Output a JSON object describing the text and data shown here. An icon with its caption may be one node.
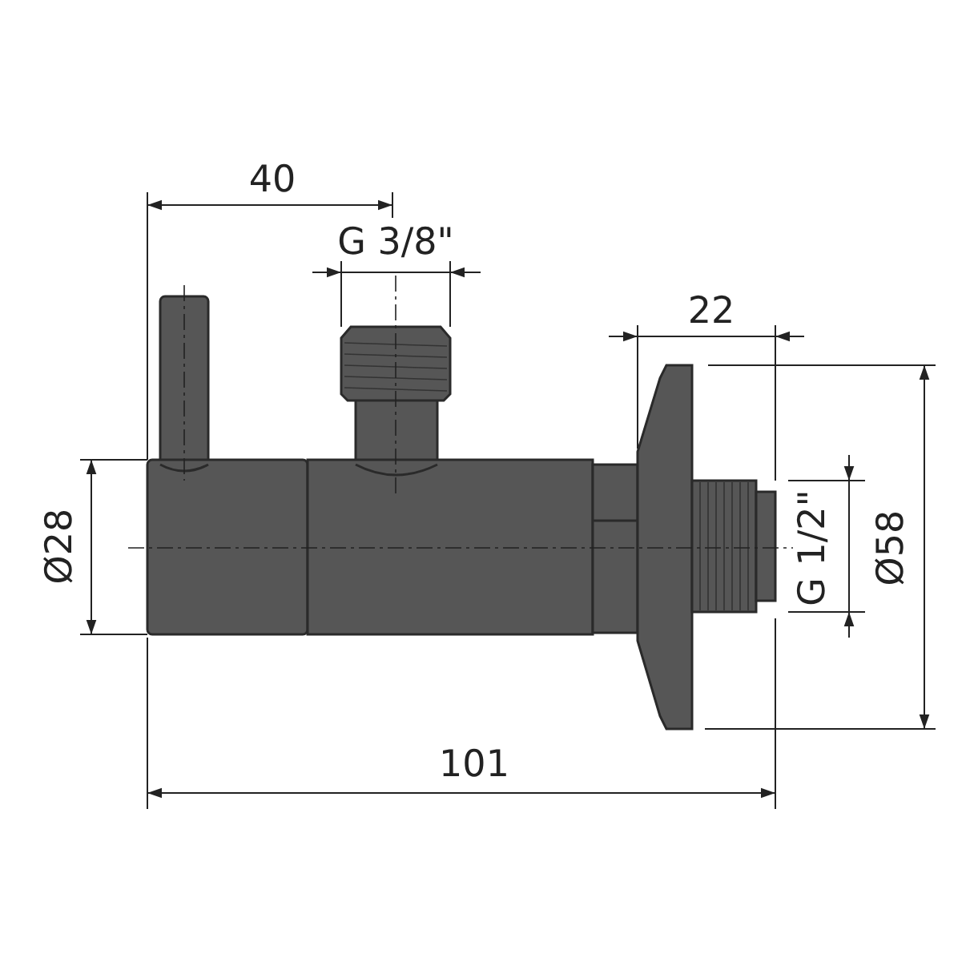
{
  "diagram": {
    "labels": [
      "40",
      "G 3/8\"",
      "22",
      "Ø28",
      "G 1/2\"",
      "Ø58",
      "101"
    ]
  }
}
